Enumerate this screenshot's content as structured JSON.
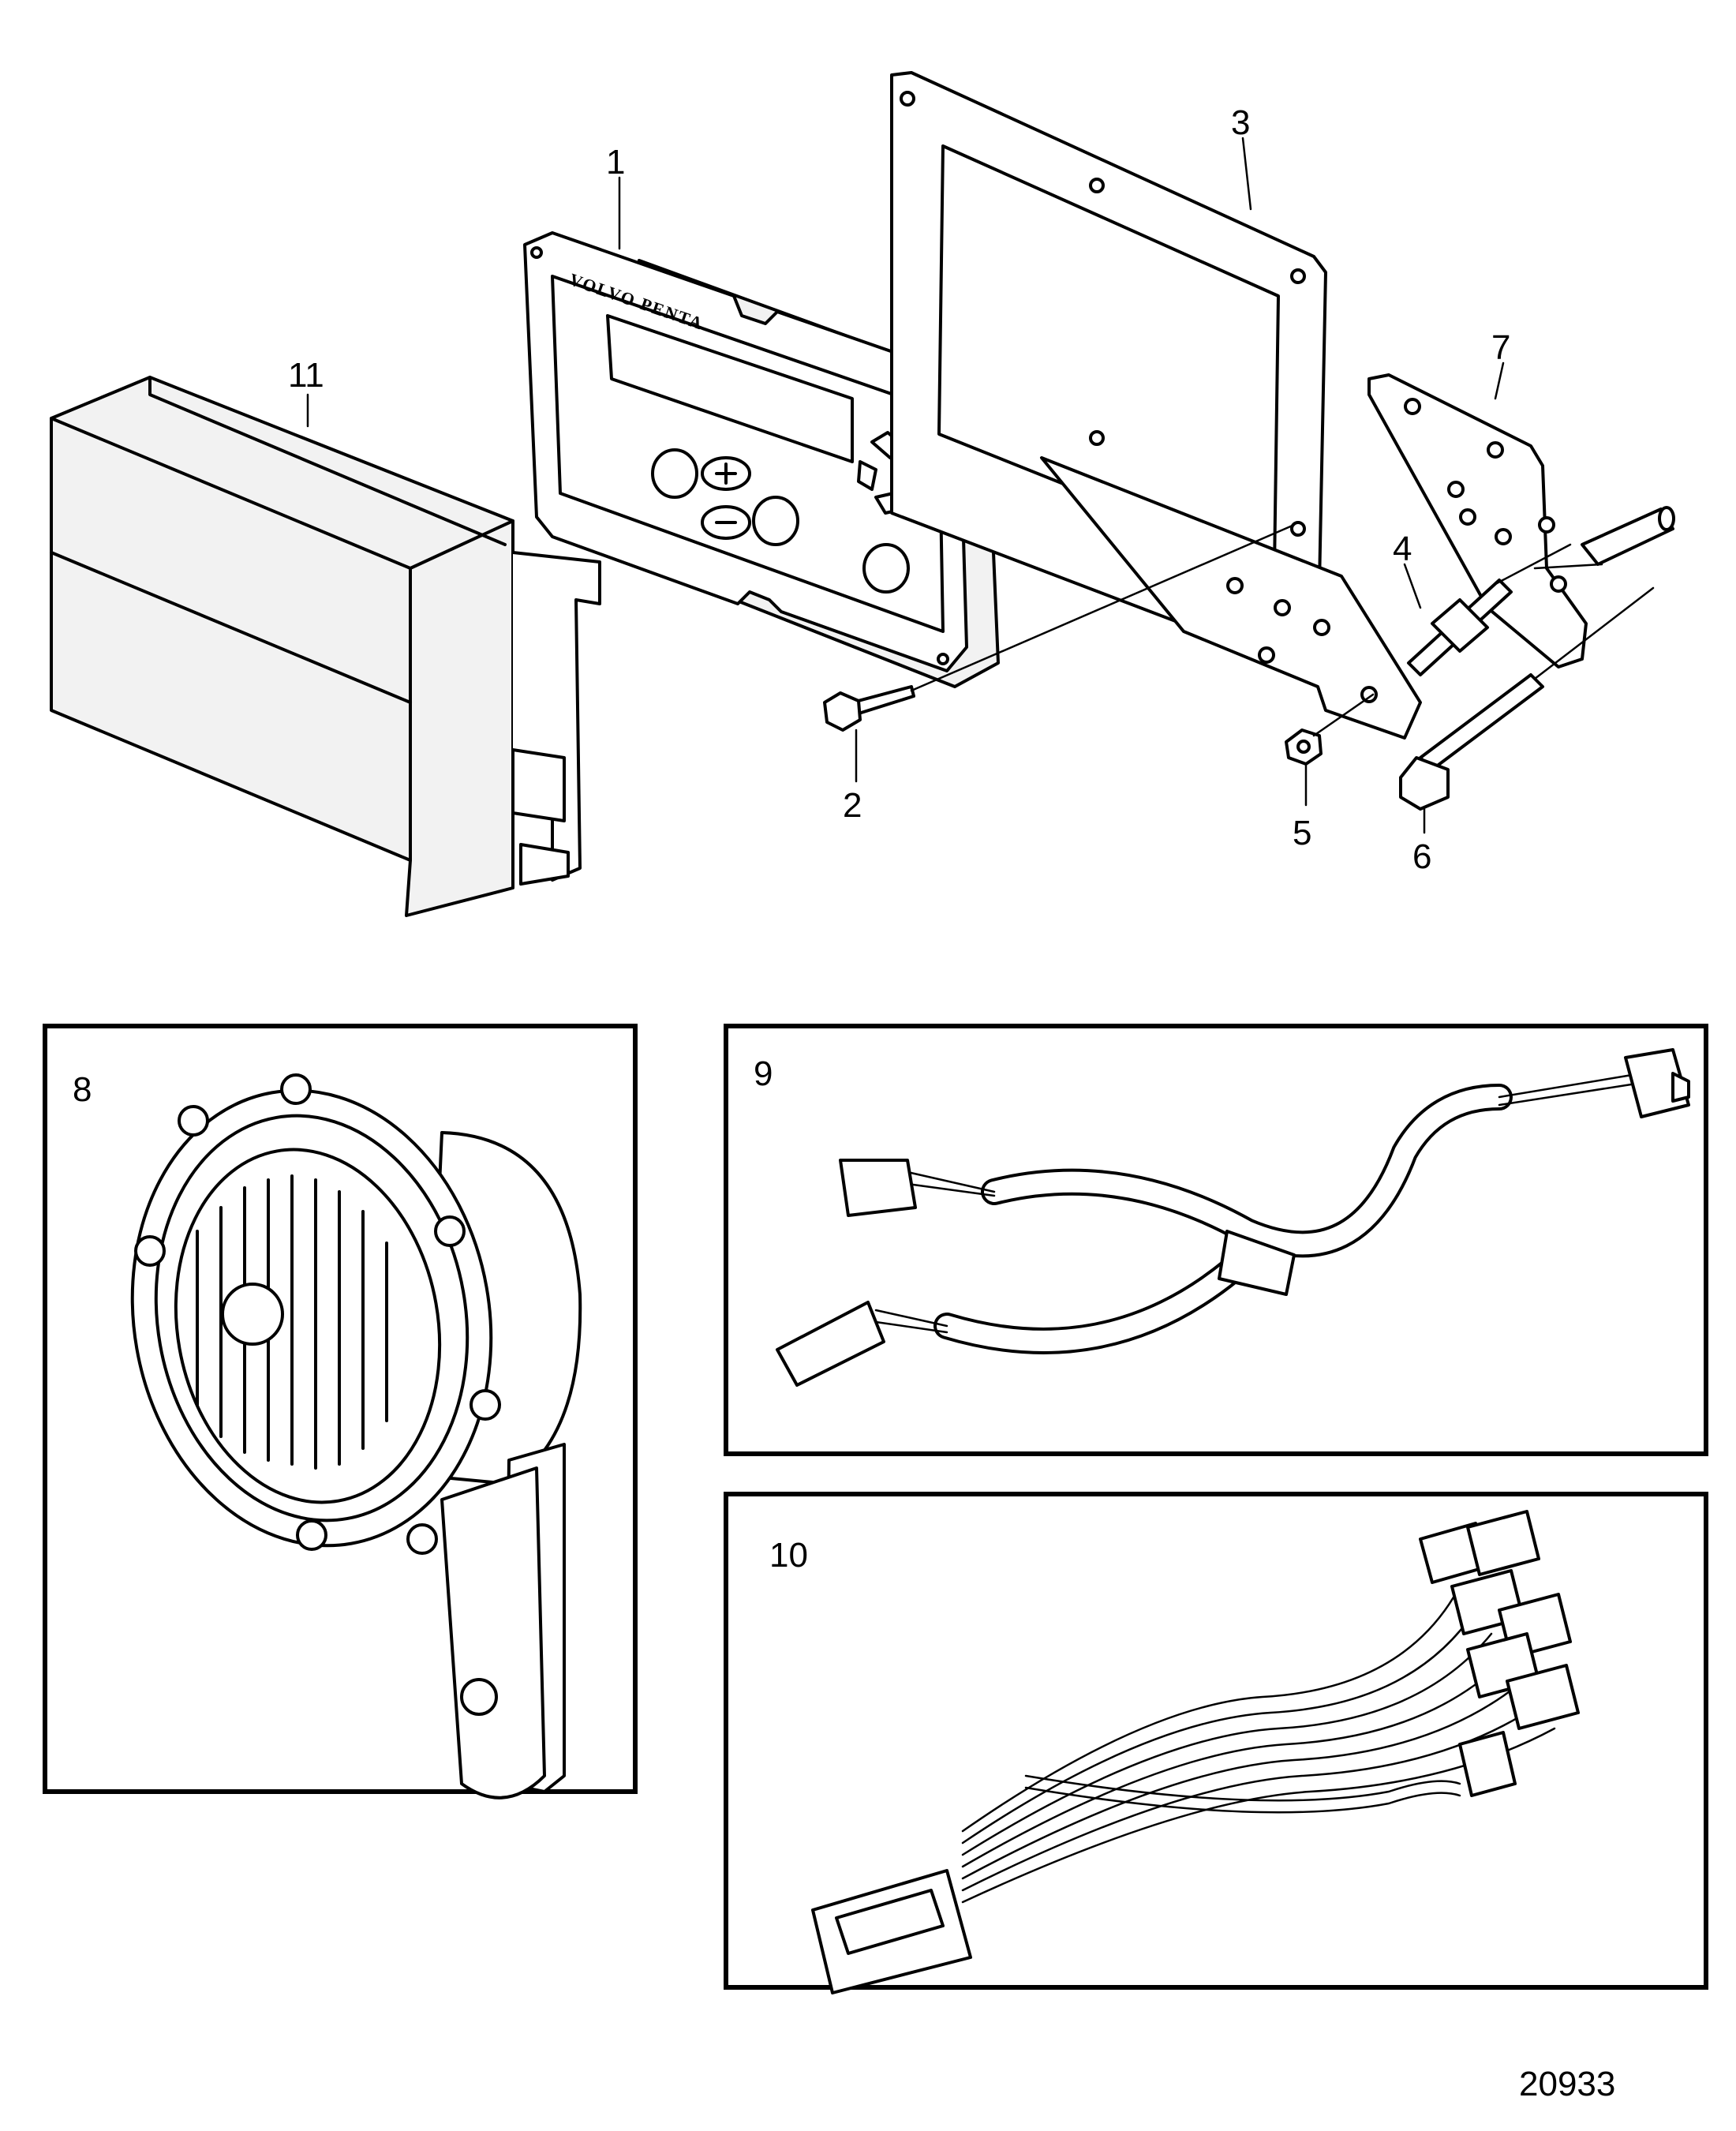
{
  "diagram": {
    "brand_text": "VOLVO PENTA",
    "reference_number": "20933",
    "callouts": [
      "1",
      "2",
      "3",
      "4",
      "5",
      "6",
      "7",
      "8",
      "9",
      "10",
      "11"
    ]
  }
}
